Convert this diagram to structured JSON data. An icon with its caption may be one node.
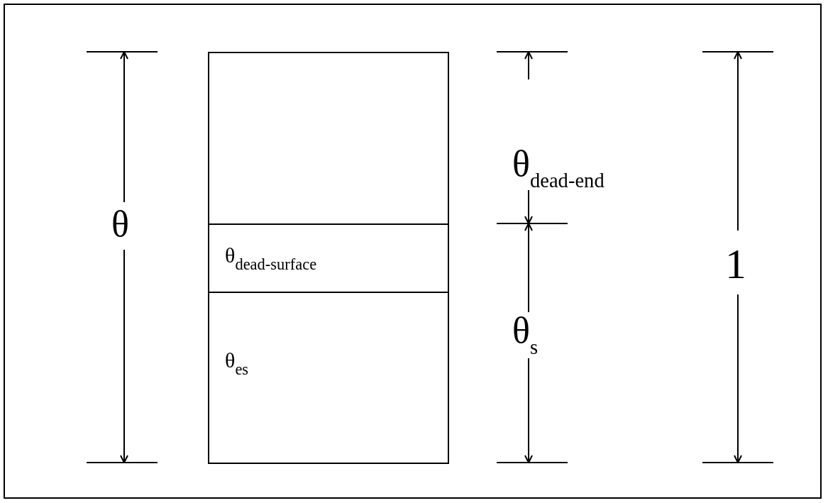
{
  "diagram": {
    "nodes": [
      {
        "text": [],
        "shape": "box"
      },
      {
        "text": [
          "θ$_{dead-surface}$"
        ]
      },
      {
        "text": [
          "θ$_{es}$"
        ]
      }
    ],
    "labels": [
      "θ",
      "θ$_{dead-end}$",
      "θ$_{s}$",
      "1"
    ]
  }
}
